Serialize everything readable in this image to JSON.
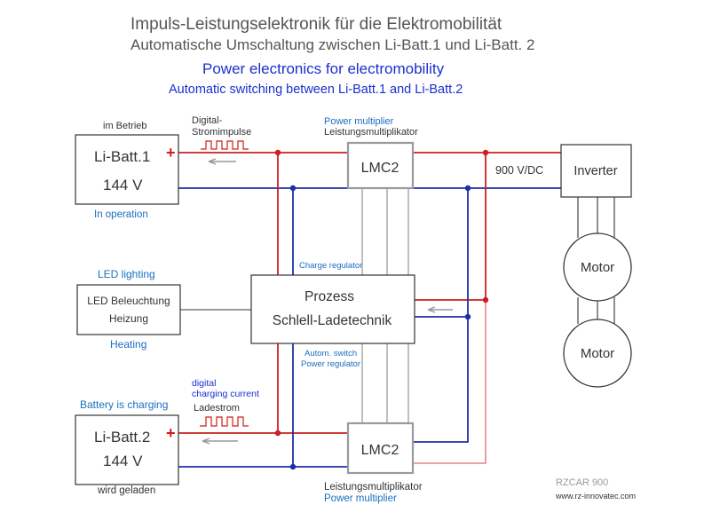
{
  "title": {
    "line1": "Impuls-Leistungselektronik für die Elektromobilität",
    "line2": "Automatische Umschaltung zwischen Li-Batt.1 und Li-Batt. 2",
    "line3": "Power electronics for electromobility",
    "line4": "Automatic switching between Li-Batt.1 and Li-Batt.2"
  },
  "battery1": {
    "status_de": "im Betrieb",
    "name": "Li-Batt.1",
    "plus": "+",
    "voltage": "144 V",
    "status_en": "In operation"
  },
  "battery2": {
    "status_en": "Battery is charging",
    "name": "Li-Batt.2",
    "plus": "+",
    "voltage": "144 V",
    "status_de": "wird geladen"
  },
  "pulse_top": {
    "line1": "Digital-",
    "line2": "Stromimpulse"
  },
  "pulse_bottom": {
    "line1": "digital",
    "line2": "charging current",
    "line3": "Ladestrom"
  },
  "lmc_top": {
    "label": "LMC2",
    "caption_en": "Power multiplier",
    "caption_de": "Leistungsmultiplikator"
  },
  "lmc_bottom": {
    "label": "LMC2",
    "caption_de": "Leistungsmultiplikator",
    "caption_en": "Power multiplier"
  },
  "bus_voltage": "900 V/DC",
  "inverter": "Inverter",
  "motor1": "Motor",
  "motor2": "Motor",
  "led": {
    "caption_en_top": "LED lighting",
    "line1": "LED Beleuchtung",
    "line2": "Heizung",
    "caption_en_bottom": "Heating"
  },
  "process": {
    "line1": "Prozess",
    "line2": "Schlell-Ladetechnik",
    "charge_regulator": "Charge regulator",
    "switch_line1": "Autom. switch",
    "switch_line2": "Power regulator"
  },
  "credits": {
    "model": "RZCAR 900",
    "website": "www.rz-innovatec.com"
  },
  "colors": {
    "positive_line": "#cc1f1f",
    "negative_line": "#1c2fa8",
    "caption_blue": "#1a6fc0",
    "title_blue": "#1a2fcf",
    "lmc_border": "#9a9a9a"
  }
}
